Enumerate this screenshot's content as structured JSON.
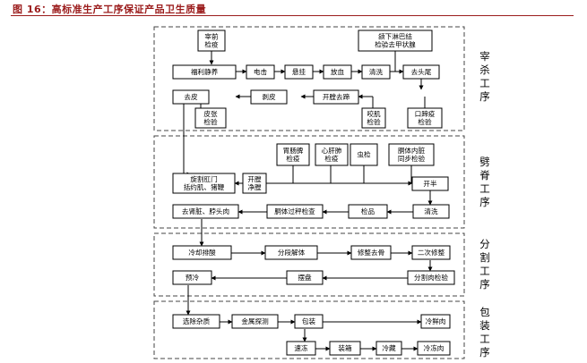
{
  "figure_title": "图 16：高标准生产工序保证产品卫生质量",
  "sections": [
    {
      "id": "slaughter",
      "label": "宰杀工序"
    },
    {
      "id": "split",
      "label": "劈脊工序"
    },
    {
      "id": "cut",
      "label": "分割工序"
    },
    {
      "id": "pack",
      "label": "包装工序"
    }
  ],
  "nodes": {
    "pre_slaughter": [
      "宰前",
      "检疫"
    ],
    "rinse": [
      "福利静养"
    ],
    "stun": [
      "电击"
    ],
    "hang": [
      "悬挂"
    ],
    "bleed": [
      "放血"
    ],
    "wash1": [
      "清洗"
    ],
    "de_tail": [
      "去头尾"
    ],
    "lymph": [
      "颌下淋巴结",
      "检验去甲状腺"
    ],
    "de_skin": [
      "去皮"
    ],
    "peel": [
      "剥皮"
    ],
    "open_belly": [
      "开膛去蹄"
    ],
    "jaw_check": [
      "咬肌",
      "检验"
    ],
    "hoof_check": [
      "口蹄疫",
      "检验"
    ],
    "skin_check": [
      "皮张",
      "检验"
    ],
    "gut_check": [
      "胃肠脾",
      "检疫"
    ],
    "heart_check": [
      "心肝肺",
      "检疫"
    ],
    "worm_check": [
      "虫检"
    ],
    "carcass_sync": [
      "胴体内脏",
      "同步检验"
    ],
    "anus": [
      "旋割肛门",
      "括约肌、猪鞭"
    ],
    "open_chest": [
      "开膛",
      "净膛"
    ],
    "halve": [
      "开半"
    ],
    "remove_kidney": [
      "去肾脏、脖头肉"
    ],
    "carcass_weigh": [
      "胴体过秤检查"
    ],
    "inspect": [
      "检品"
    ],
    "wash2": [
      "清洗"
    ],
    "chill": [
      "冷却排酸"
    ],
    "section_cut": [
      "分段解体"
    ],
    "bone": [
      "修整去骨"
    ],
    "trim2": [
      "二次修整"
    ],
    "pre_chill": [
      "预冷"
    ],
    "tray": [
      "摆盘"
    ],
    "cut_check": [
      "分割肉检验"
    ],
    "remove_foreign": [
      "选除杂质"
    ],
    "metal_detect": [
      "金属探测"
    ],
    "package": [
      "包装"
    ],
    "chilled_meat": [
      "冷鲜肉"
    ],
    "quick_freeze": [
      "速冻"
    ],
    "box": [
      "装箱"
    ],
    "cold_store": [
      "冷藏"
    ],
    "frozen_meat": [
      "冷冻肉"
    ]
  }
}
